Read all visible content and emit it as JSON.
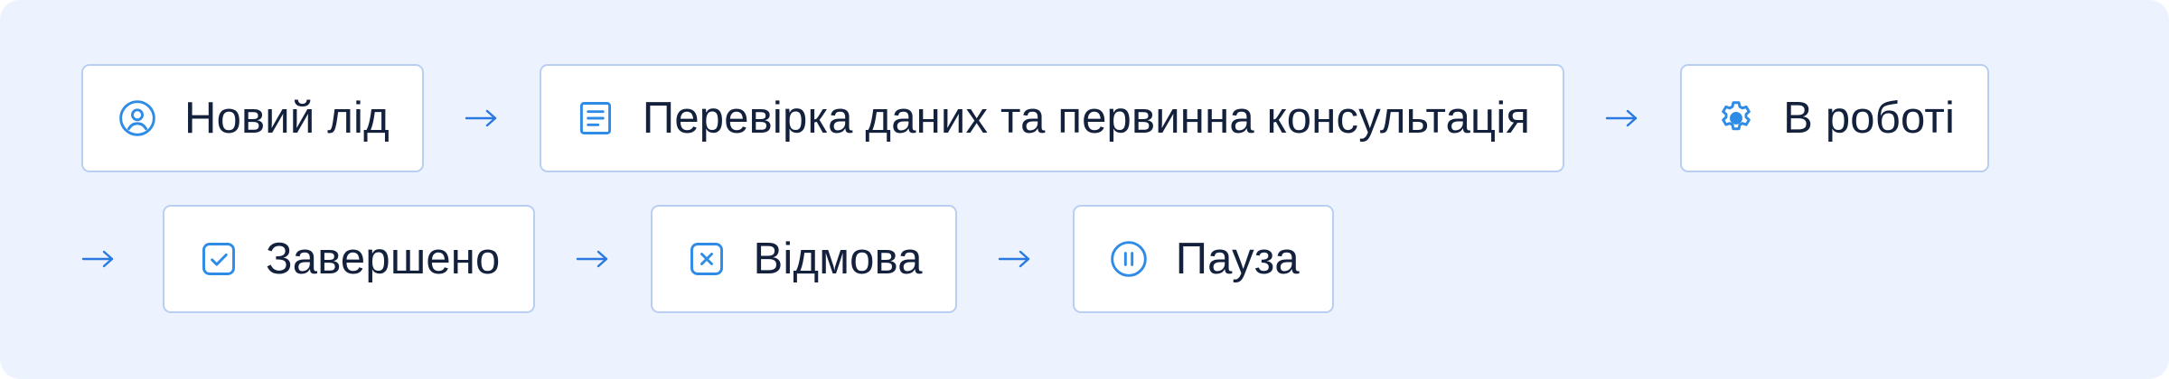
{
  "colors": {
    "panel_background": "#edf3fe",
    "node_background": "#ffffff",
    "node_border": "#b8cff3",
    "icon_color": "#2f8ce6",
    "arrow_color": "#2a79e0",
    "text_color": "#14213d"
  },
  "steps": [
    {
      "label": "Новий лід",
      "icon": "user-circle-icon"
    },
    {
      "label": "Перевірка даних та первинна консультація",
      "icon": "document-lines-icon"
    },
    {
      "label": "В роботі",
      "icon": "gear-icon"
    },
    {
      "label": "Завершено",
      "icon": "checkbox-check-icon"
    },
    {
      "label": "Відмова",
      "icon": "close-box-icon"
    },
    {
      "label": "Пауза",
      "icon": "pause-circle-icon"
    }
  ],
  "connectors": [
    {
      "from": 0,
      "to": 1,
      "icon": "arrow-right-icon"
    },
    {
      "from": 1,
      "to": 2,
      "icon": "arrow-right-icon"
    },
    {
      "from": 2,
      "to": 3,
      "icon": "arrow-right-icon"
    },
    {
      "from": 3,
      "to": 4,
      "icon": "arrow-right-icon"
    },
    {
      "from": 4,
      "to": 5,
      "icon": "arrow-right-icon"
    }
  ]
}
